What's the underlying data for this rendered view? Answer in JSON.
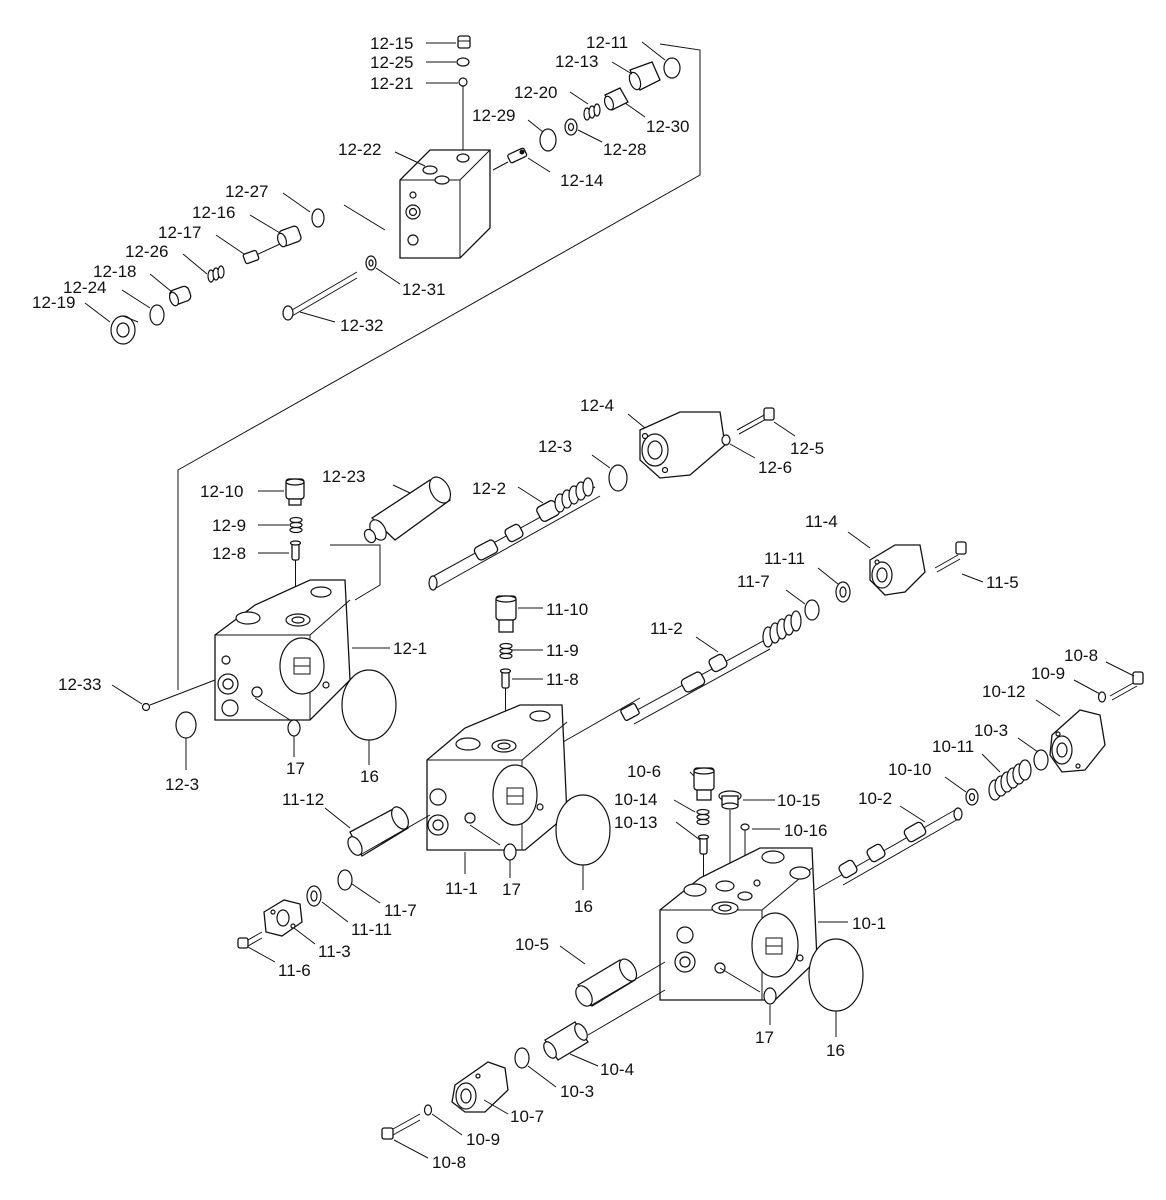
{
  "labels": {
    "l_12_15": "12-15",
    "l_12_25": "12-25",
    "l_12_21": "12-21",
    "l_12_11": "12-11",
    "l_12_13": "12-13",
    "l_12_20": "12-20",
    "l_12_29": "12-29",
    "l_12_30": "12-30",
    "l_12_28": "12-28",
    "l_12_22": "12-22",
    "l_12_14": "12-14",
    "l_12_27": "12-27",
    "l_12_16": "12-16",
    "l_12_17": "12-17",
    "l_12_26": "12-26",
    "l_12_18": "12-18",
    "l_12_24": "12-24",
    "l_12_19": "12-19",
    "l_12_31": "12-31",
    "l_12_32": "12-32",
    "l_12_4": "12-4",
    "l_12_5": "12-5",
    "l_12_3a": "12-3",
    "l_12_6": "12-6",
    "l_12_23": "12-23",
    "l_12_10": "12-10",
    "l_12_2": "12-2",
    "l_12_9": "12-9",
    "l_12_8": "12-8",
    "l_12_1": "12-1",
    "l_12_33": "12-33",
    "l_12_3b": "12-3",
    "l_17a": "17",
    "l_16a": "16",
    "l_11_4": "11-4",
    "l_11_11a": "11-11",
    "l_11_7a": "11-7",
    "l_11_5": "11-5",
    "l_11_10": "11-10",
    "l_11_9": "11-9",
    "l_11_2": "11-2",
    "l_11_8": "11-8",
    "l_11_12": "11-12",
    "l_11_1": "11-1",
    "l_17b": "17",
    "l_16b": "16",
    "l_11_7b": "11-7",
    "l_11_11b": "11-11",
    "l_11_3": "11-3",
    "l_11_6": "11-6",
    "l_10_8a": "10-8",
    "l_10_9a": "10-9",
    "l_10_12": "10-12",
    "l_10_3a": "10-3",
    "l_10_11": "10-11",
    "l_10_10": "10-10",
    "l_10_2": "10-2",
    "l_10_6": "10-6",
    "l_10_15": "10-15",
    "l_10_14": "10-14",
    "l_10_13": "10-13",
    "l_10_16": "10-16",
    "l_10_1": "10-1",
    "l_10_5": "10-5",
    "l_17c": "17",
    "l_16c": "16",
    "l_10_4": "10-4",
    "l_10_3b": "10-3",
    "l_10_7": "10-7",
    "l_10_9b": "10-9",
    "l_10_8b": "10-8"
  }
}
